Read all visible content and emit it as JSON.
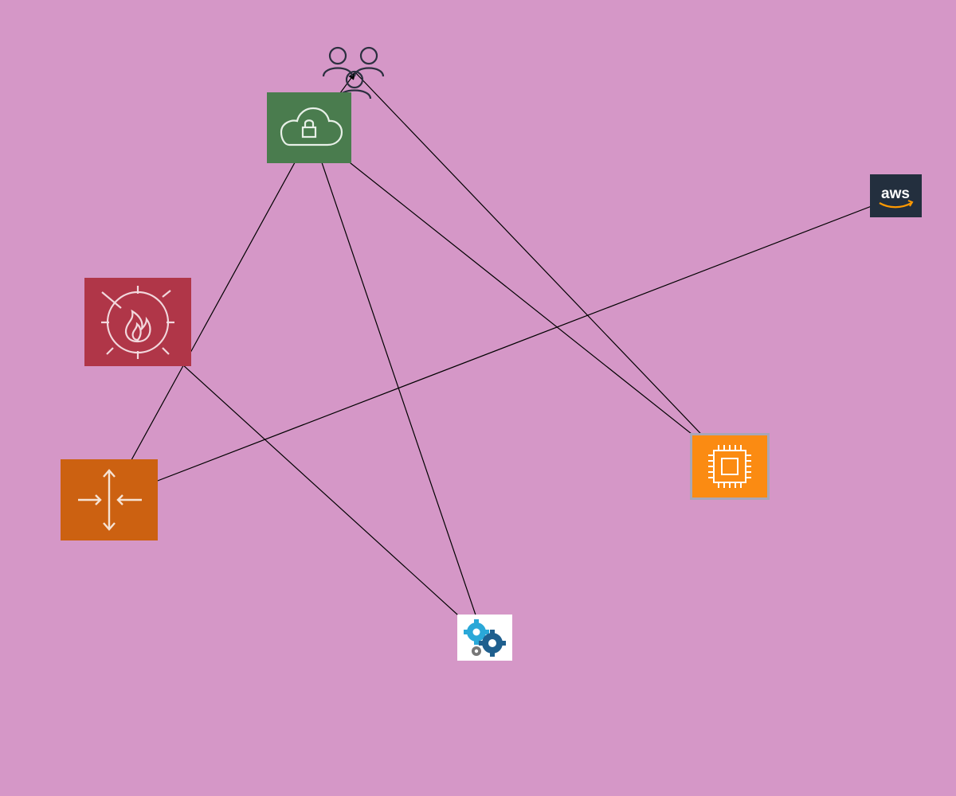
{
  "diagram": {
    "background_color": "#d597c7",
    "nodes": [
      {
        "id": "users",
        "icon": "users-group-icon",
        "color": "#2b2f3f"
      },
      {
        "id": "vpn",
        "icon": "cloud-vpn-lock-icon",
        "color": "#4a7c4e"
      },
      {
        "id": "aws",
        "icon": "aws-logo-icon",
        "color": "#232f3e",
        "logo_text": "aws"
      },
      {
        "id": "waf",
        "icon": "firewall-flame-icon",
        "color": "#b03648"
      },
      {
        "id": "elb",
        "icon": "load-balancer-arrows-icon",
        "color": "#cc6111"
      },
      {
        "id": "ec2",
        "icon": "cpu-chip-icon",
        "color": "#fb8b12"
      },
      {
        "id": "gears",
        "icon": "gears-icon",
        "color": "#1f6fa8"
      }
    ],
    "edges": [
      {
        "from": "vpn",
        "to": "users"
      },
      {
        "from": "users",
        "to": "ec2"
      },
      {
        "from": "ec2",
        "to": "vpn"
      },
      {
        "from": "vpn",
        "to": "elb"
      },
      {
        "from": "aws",
        "to": "elb"
      },
      {
        "from": "vpn",
        "to": "gears"
      },
      {
        "from": "waf",
        "to": "gears"
      }
    ],
    "edge_color": "#000000"
  }
}
